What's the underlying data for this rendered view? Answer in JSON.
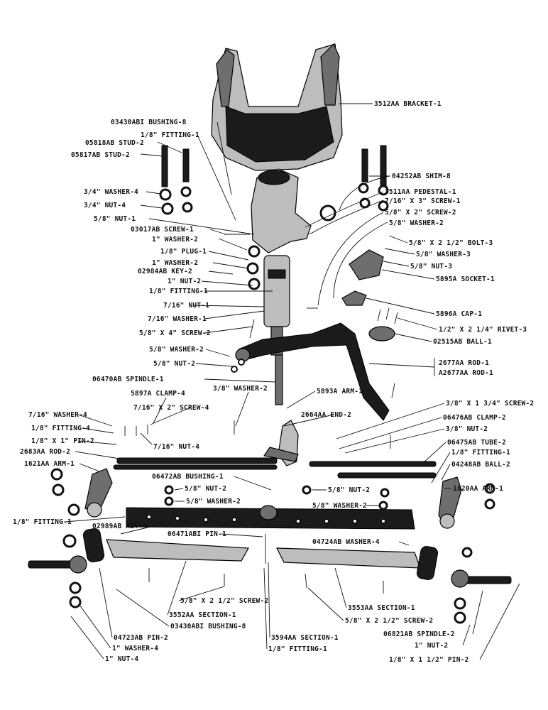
{
  "labels": [
    {
      "text": "3512AA BRACKET-1"
    },
    {
      "text": "03430ABI BUSHING-8"
    },
    {
      "text": "1/8\" FITTING-1"
    },
    {
      "text": "05818AB STUD-2"
    },
    {
      "text": "05817AB STUD-2"
    },
    {
      "text": "04252AB SHIM-8"
    },
    {
      "text": "3/4\" WASHER-4"
    },
    {
      "text": "3511AA PEDESTAL-1"
    },
    {
      "text": "3/4\" NUT-4"
    },
    {
      "text": "7/16\" X 3\" SCREW-1"
    },
    {
      "text": "5/8\" NUT-1"
    },
    {
      "text": "5/8\" X 2\" SCREW-2"
    },
    {
      "text": "5/8\" WASHER-2"
    },
    {
      "text": "03017AB SCREW-1"
    },
    {
      "text": "1\" WASHER-2"
    },
    {
      "text": "5/8\" X 2 1/2\" BOLT-3"
    },
    {
      "text": "1/8\" PLUG-1"
    },
    {
      "text": "5/8\" WASHER-3"
    },
    {
      "text": "1\" WASHER-2"
    },
    {
      "text": "5/8\" NUT-3"
    },
    {
      "text": "02984AB KEY-2"
    },
    {
      "text": "5895A SOCKET-1"
    },
    {
      "text": "1\" NUT-2"
    },
    {
      "text": "1/8\" FITTING-1"
    },
    {
      "text": "7/16\" NUT-1"
    },
    {
      "text": "5896A CAP-1"
    },
    {
      "text": "7/16\" WASHER-1"
    },
    {
      "text": "1/2\" X 2 1/4\" RIVET-3"
    },
    {
      "text": "5/8\" X 4\" SCREW-2"
    },
    {
      "text": "02515AB BALL-1"
    },
    {
      "text": "5/8\" WASHER-2"
    },
    {
      "text": "2677AA ROD-1"
    },
    {
      "text": "A2677AA ROD-1"
    },
    {
      "text": "5/8\" NUT-2"
    },
    {
      "text": "06470AB SPINDLE-1"
    },
    {
      "text": "3/8\" WASHER-2"
    },
    {
      "text": "5893A ARM-1"
    },
    {
      "text": "5897A CLAMP-4"
    },
    {
      "text": "7/16\" X 2\" SCREW-4"
    },
    {
      "text": "7/16\" WASHER-4"
    },
    {
      "text": "2664AA END-2"
    },
    {
      "text": "3/8\" X 1 3/4\" SCREW-2"
    },
    {
      "text": "1/8\" FITTING-4"
    },
    {
      "text": "06476AB CLAMP-2"
    },
    {
      "text": "1/8\" X 1\" PIN-2"
    },
    {
      "text": "7/16\" NUT-4"
    },
    {
      "text": "3/8\" NUT-2"
    },
    {
      "text": "2683AA ROD-2"
    },
    {
      "text": "06475AB TUBE-2"
    },
    {
      "text": "1621AA ARM-1"
    },
    {
      "text": "1/8\" FITTING-1"
    },
    {
      "text": "06472AB BUSHING-1"
    },
    {
      "text": "04248AB BALL-2"
    },
    {
      "text": "5/8\" NUT-2"
    },
    {
      "text": "5/8\" NUT-2"
    },
    {
      "text": "1820AA ARM-1"
    },
    {
      "text": "5/8\" WASHER-2"
    },
    {
      "text": "5/8\" WASHER-2"
    },
    {
      "text": "1/8\" FITTING-1"
    },
    {
      "text": "02989AB KEY-4"
    },
    {
      "text": "06471ABI PIN-1"
    },
    {
      "text": "04724AB WASHER-4"
    },
    {
      "text": "5/8\" X 2 1/2\" SCREW-2"
    },
    {
      "text": "3552AA SECTION-1"
    },
    {
      "text": "3553AA SECTION-1"
    },
    {
      "text": "5/8\" X 2 1/2\" SCREW-2"
    },
    {
      "text": "03430ABI BUSHING-8"
    },
    {
      "text": "3594AA SECTION-1"
    },
    {
      "text": "06821AB SPINDLE-2"
    },
    {
      "text": "04723AB PIN-2"
    },
    {
      "text": "1\" NUT-2"
    },
    {
      "text": "1\" WASHER-4"
    },
    {
      "text": "1/8\" FITTING-1"
    },
    {
      "text": "1/8\" X 1 1/2\" PIN-2"
    },
    {
      "text": "1\" NUT-4"
    }
  ]
}
